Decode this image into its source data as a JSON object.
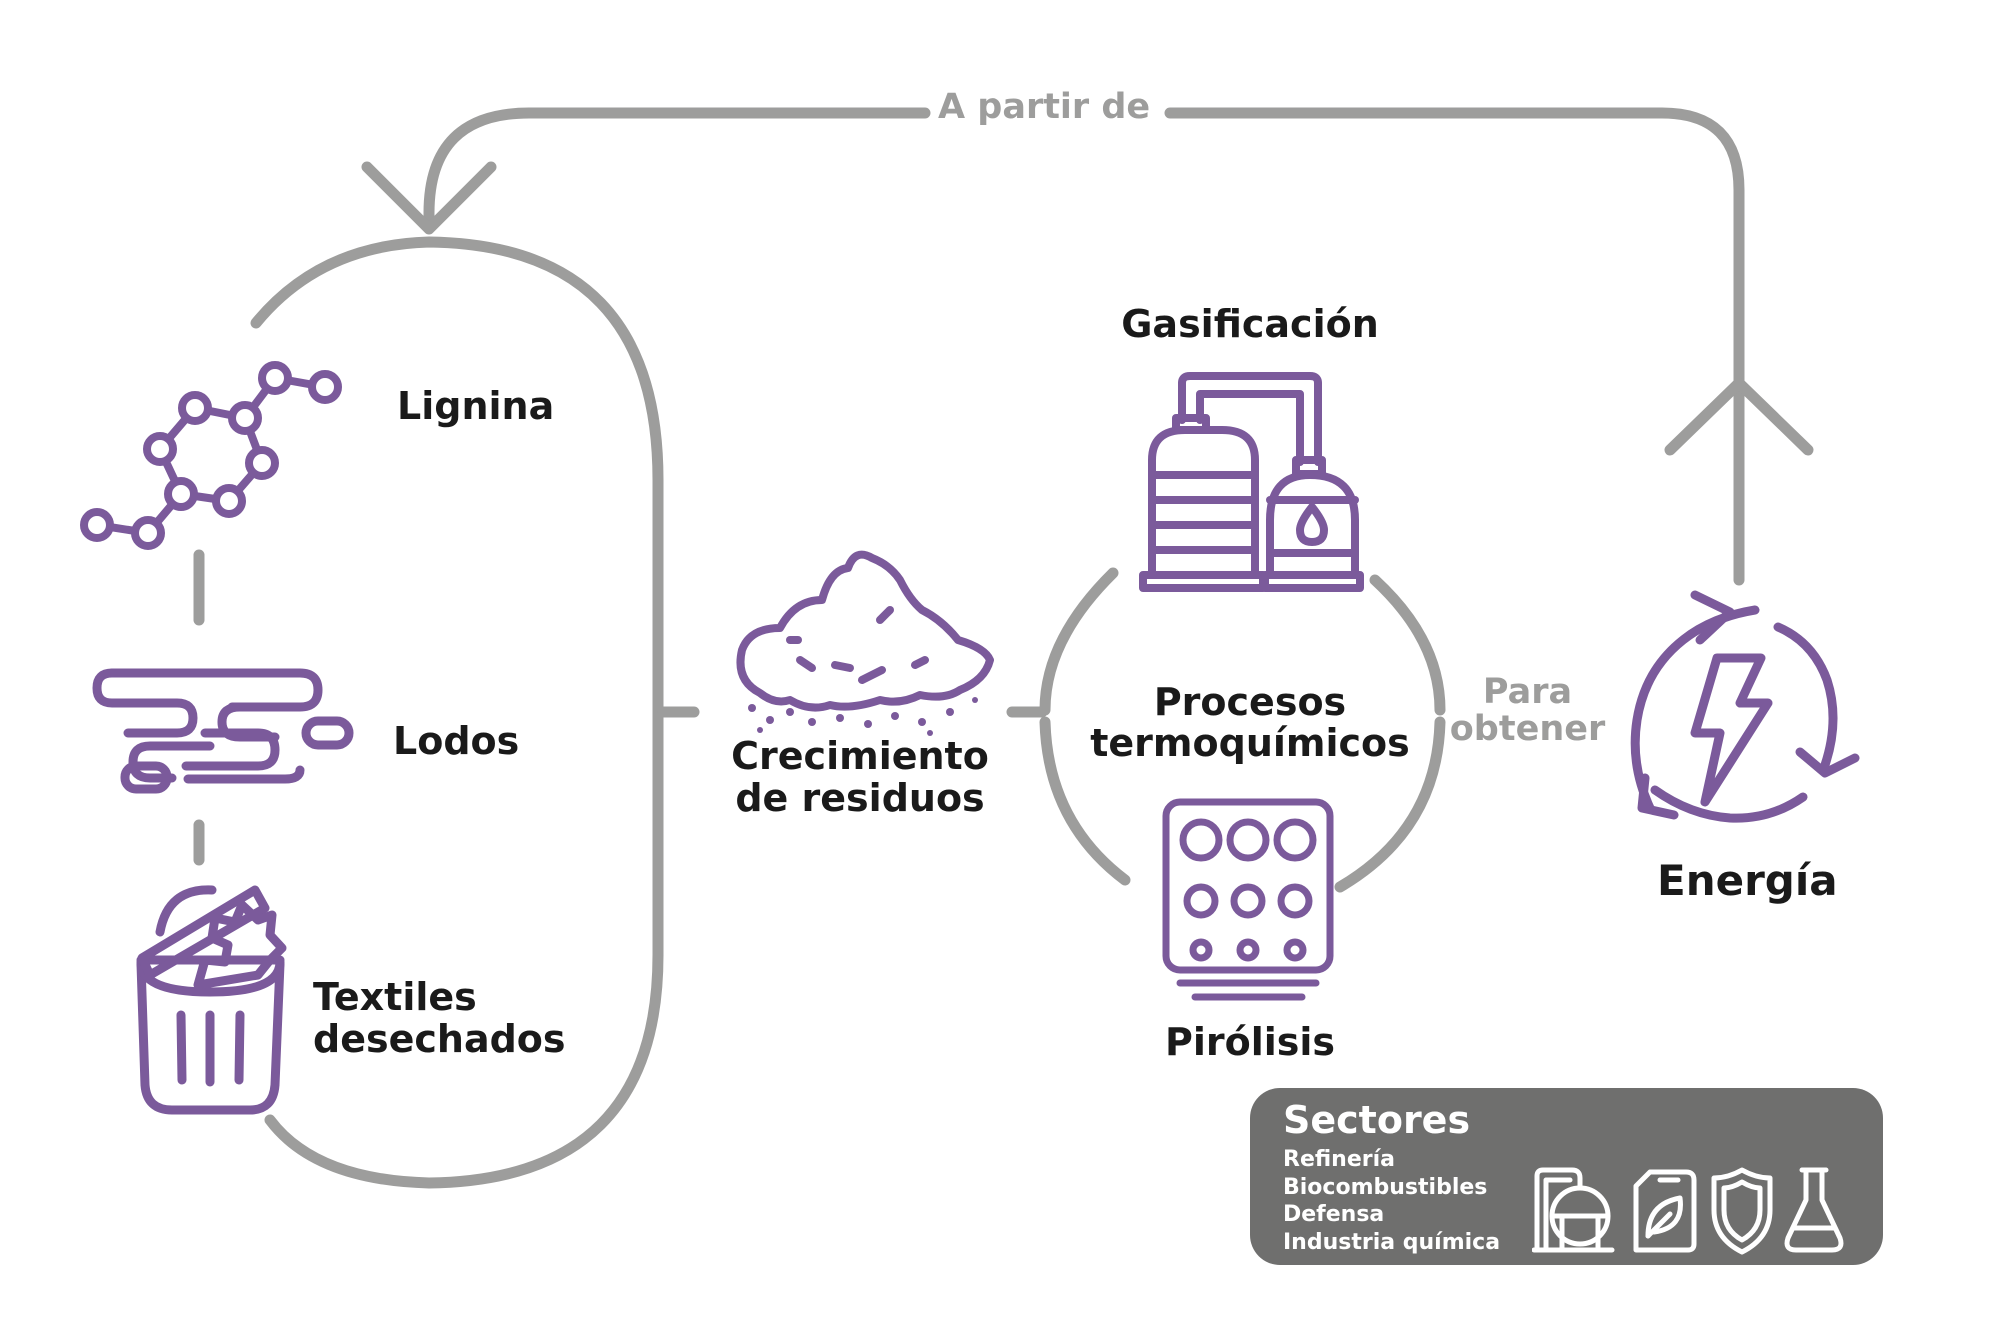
{
  "flow": {
    "a_partir_de": "A partir de",
    "para_obtener_1": "Para",
    "para_obtener_2": "obtener"
  },
  "sources": {
    "lignina": "Lignina",
    "lodos": "Lodos",
    "textiles_1": "Textiles",
    "textiles_2": "desechados"
  },
  "waste": {
    "line1": "Crecimiento",
    "line2": "de residuos"
  },
  "processes": {
    "gasificacion": "Gasificación",
    "center_1": "Procesos",
    "center_2": "termoquímicos",
    "pirolisis": "Pirólisis"
  },
  "energy": {
    "label": "Energía"
  },
  "sectores": {
    "title": "Sectores",
    "items": [
      "Refinería",
      "Biocombustibles",
      "Defensa",
      "Industria química"
    ],
    "icons": [
      "refinery-icon",
      "fuel-can-leaf-icon",
      "shield-icon",
      "flask-icon"
    ]
  },
  "colors": {
    "purple": "#7b5a9b",
    "gray": "#9d9d9c",
    "dark_gray": "#6f6f6e",
    "text": "#1a1a1a"
  }
}
